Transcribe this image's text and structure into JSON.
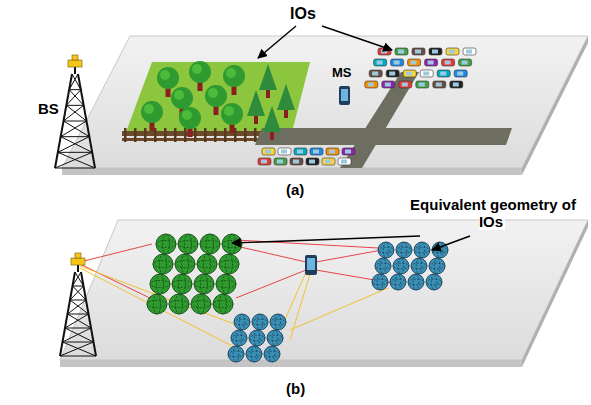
{
  "diagram": {
    "labels": [
      "IOs",
      "BS",
      "MS",
      "(a)",
      "Equivalent geometry of IOs",
      "(b)"
    ]
  }
}
